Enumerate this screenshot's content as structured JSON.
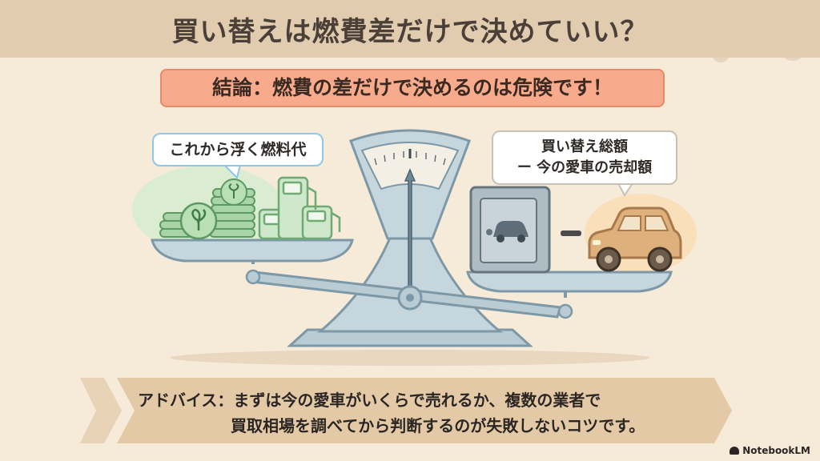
{
  "title": "買い替えは燃費差だけで決めていい？",
  "conclusion": "結論：燃費の差だけで決めるのは危険です！",
  "left_bubble": "これから浮く燃料代",
  "right_bubble": {
    "line1": "買い替え総額",
    "line2": "ー 今の愛車の売却額"
  },
  "advice": {
    "line1": "アドバイス：まずは今の愛車がいくらで売れるか、複数の業者で",
    "line2": "買取相場を調べてから判断するのが失敗しないコツです。"
  },
  "brand": "NotebookLM",
  "colors": {
    "background": "#f6ead9",
    "title_band": "#e1ccb0",
    "conclusion_box": "#f8ab8c",
    "scale_metal": "#b9ccd4",
    "coins_green": "#a9d4a8",
    "car_tan": "#ddb07c",
    "advice_banner": "#e4c9a6"
  },
  "icons": [
    "scale-icon",
    "coin-stack-icon",
    "fuel-pump-icon",
    "safe-icon",
    "car-icon",
    "minus-icon",
    "leaf-icon",
    "gear-icon"
  ]
}
